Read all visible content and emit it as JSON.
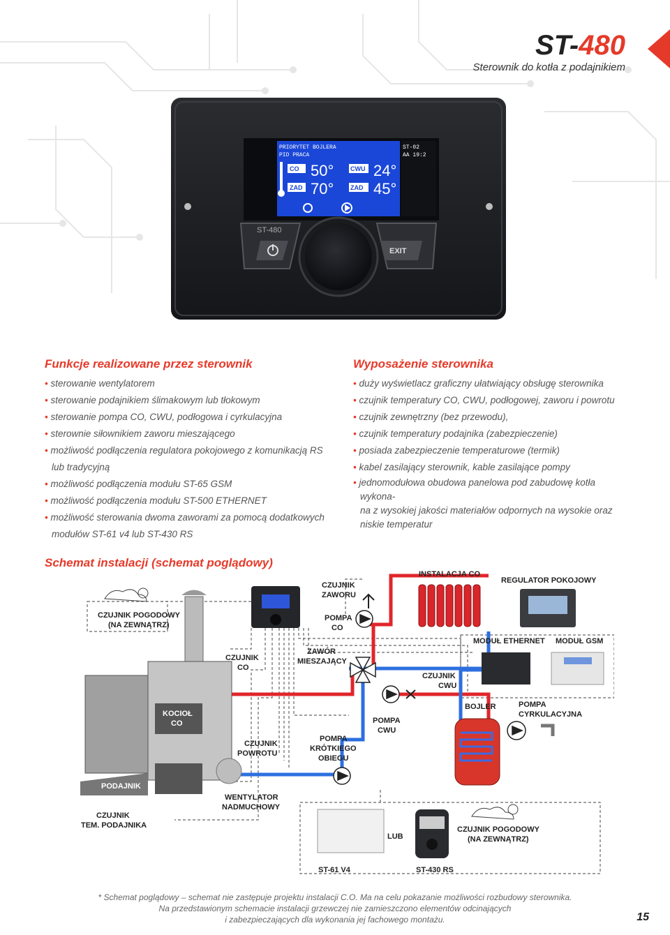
{
  "header": {
    "model_prefix": "ST-",
    "model_number": "480",
    "subtitle": "Sterownik do kotła z podajnikiem"
  },
  "device": {
    "screen_line1": "PRIORYTET BOJLERA",
    "screen_line2": "PID PRACA",
    "screen_time": "ST-02",
    "screen_date": "AA 19:2",
    "screen_left_tag1": "CO",
    "screen_left_val1": "50°",
    "screen_left_tag2": "ZAD",
    "screen_left_val2": "70°",
    "screen_right_tag1": "CWU",
    "screen_right_val1": "24°",
    "screen_right_tag2": "ZAD",
    "screen_right_val2": "45°",
    "brand": "ST-480",
    "exit_label": "EXIT"
  },
  "functions": {
    "title": "Funkcje realizowane przez sterownik",
    "items": [
      "sterowanie wentylatorem",
      "sterowanie podajnikiem ślimakowym lub tłokowym",
      "sterowanie pompa CO, CWU, podłogowa i cyrkulacyjna",
      "sterownie siłownikiem zaworu mieszającego",
      "możliwość podłączenia regulatora pokojowego z komunikacją RS",
      "możliwość podłączenia modułu ST-65 GSM",
      "możliwość podłączenia modułu ST-500 ETHERNET",
      "możliwość sterowania dwoma zaworami za pomocą dodatkowych"
    ],
    "item5_cont": "lub tradycyjną",
    "item8_cont": "modułów ST-61 v4 lub ST-430 RS"
  },
  "equipment": {
    "title": "Wyposażenie sterownika",
    "items": [
      "duży wyświetlacz graficzny ułatwiający obsługę sterownika",
      "czujnik temperatury CO, CWU, podłogowej, zaworu i powrotu",
      "czujnik zewnętrzny (bez przewodu),",
      "czujnik temperatury podajnika (zabezpieczenie)",
      "posiada zabezpieczenie temperaturowe (termik)",
      "kabel zasilający sterownik, kable zasilające pompy",
      "jednomodułowa obudowa panelowa pod zabudowę kotła wykona-"
    ],
    "item7_cont": "na z wysokiej jakości materiałów odpornych na wysokie oraz niskie temperatur"
  },
  "schema": {
    "title": "Schemat instalacji (schemat poglądowy)",
    "labels": {
      "czujnik_pogodowy_1": "CZUJNIK POGODOWY",
      "czujnik_pogodowy_2": "(NA ZEWNĄTRZ)",
      "czujnik_zaworu_1": "CZUJNIK",
      "czujnik_zaworu_2": "ZAWORU",
      "instalacja_co": "INSTALACJA CO",
      "regulator": "REGULATOR POKOJOWY",
      "pompa_co_1": "POMPA",
      "pompa_co_2": "CO",
      "modul_eth": "MODUŁ ETHERNET",
      "modul_gsm": "MODUŁ GSM",
      "czujnik_co_1": "CZUJNIK",
      "czujnik_co_2": "CO",
      "zawor_1": "ZAWÓR",
      "zawor_2": "MIESZAJĄCY",
      "czujnik_cwu_1": "CZUJNIK",
      "czujnik_cwu_2": "CWU",
      "kociol_1": "KOCIOŁ",
      "kociol_2": "CO",
      "bojler": "BOJLER",
      "pompa_cyrk_1": "POMPA",
      "pompa_cyrk_2": "CYRKULACYJNA",
      "pompa_cwu_1": "POMPA",
      "pompa_cwu_2": "CWU",
      "czujnik_powrotu_1": "CZUJNIK",
      "czujnik_powrotu_2": "POWROTU",
      "pompa_kr_1": "POMPA",
      "pompa_kr_2": "KRÓTKIEGO",
      "pompa_kr_3": "OBIEGU",
      "podajnik": "PODAJNIK",
      "wentylator_1": "WENTYLATOR",
      "wentylator_2": "NADMUCHOWY",
      "czujnik_pod_1": "CZUJNIK",
      "czujnik_pod_2": "TEM. PODAJNIKA",
      "lub": "LUB",
      "czujnik_pog2_1": "CZUJNIK POGODOWY",
      "czujnik_pog2_2": "(NA ZEWNĄTRZ)",
      "st61": "ST-61 V4",
      "st430": "ST-430 RS"
    }
  },
  "footnote": {
    "line1": "* Schemat poglądowy – schemat nie zastępuje projektu instalacji C.O. Ma na celu pokazanie możliwości rozbudowy sterownika.",
    "line2": "Na przedstawionym schemacie instalacji grzewczej nie zamieszczono elementów odcinających",
    "line3": "i zabezpieczających dla wykonania jej fachowego montażu."
  },
  "page_number": "15",
  "colors": {
    "accent": "#e53a2a",
    "screen": "#1a47d8",
    "pipe_red": "#e0262b",
    "pipe_blue": "#2d6fe0"
  }
}
